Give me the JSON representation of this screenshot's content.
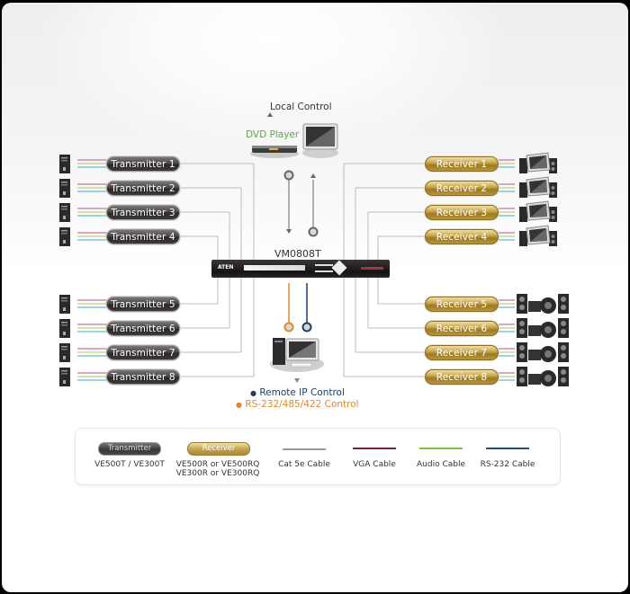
{
  "diagram": {
    "local_control_label": "Local Control",
    "dvd_player_label": "DVD Player",
    "device_name": "VM0808T",
    "device_brand": "ATEN",
    "remote_ip_label": "Remote IP Control",
    "rs232_label": "RS-232/485/422 Control",
    "transmitters": [
      {
        "label": "Transmitter 1"
      },
      {
        "label": "Transmitter 2"
      },
      {
        "label": "Transmitter 3"
      },
      {
        "label": "Transmitter 4"
      },
      {
        "label": "Transmitter 5"
      },
      {
        "label": "Transmitter 6"
      },
      {
        "label": "Transmitter 7"
      },
      {
        "label": "Transmitter 8"
      }
    ],
    "receivers": [
      {
        "label": "Receiver 1",
        "device": "monitor-with-speakers"
      },
      {
        "label": "Receiver 2",
        "device": "monitor-with-speakers"
      },
      {
        "label": "Receiver 3",
        "device": "monitor-with-speakers"
      },
      {
        "label": "Receiver 4",
        "device": "monitor-with-speakers"
      },
      {
        "label": "Receiver 5",
        "device": "speaker-system"
      },
      {
        "label": "Receiver 6",
        "device": "speaker-system"
      },
      {
        "label": "Receiver 7",
        "device": "speaker-system"
      },
      {
        "label": "Receiver 8",
        "device": "speaker-system"
      }
    ]
  },
  "legend": {
    "transmitter_pill": "Transmitter",
    "transmitter_models": "VE500T / VE300T",
    "receiver_pill": "Receiver",
    "receiver_models_1": "VE500R or VE500RQ",
    "receiver_models_2": "VE300R or VE300RQ",
    "cables": [
      {
        "label": "Cat 5e Cable",
        "color": "#9a9a9a"
      },
      {
        "label": "VGA Cable",
        "color": "#7a1f4e"
      },
      {
        "label": "Audio Cable",
        "color": "#7cc242"
      },
      {
        "label": "RS-232 Cable",
        "color": "#1f4e79"
      }
    ]
  },
  "colors": {
    "dvd_label": "#5aa845",
    "remote_ip": "#1f3f66",
    "rs232": "#e08a2c",
    "vga_wire": "#c98bb5",
    "audio_wire": "#c9d98a",
    "rs_wire": "#7ec6d6",
    "cat5": "#bdbdbd"
  }
}
